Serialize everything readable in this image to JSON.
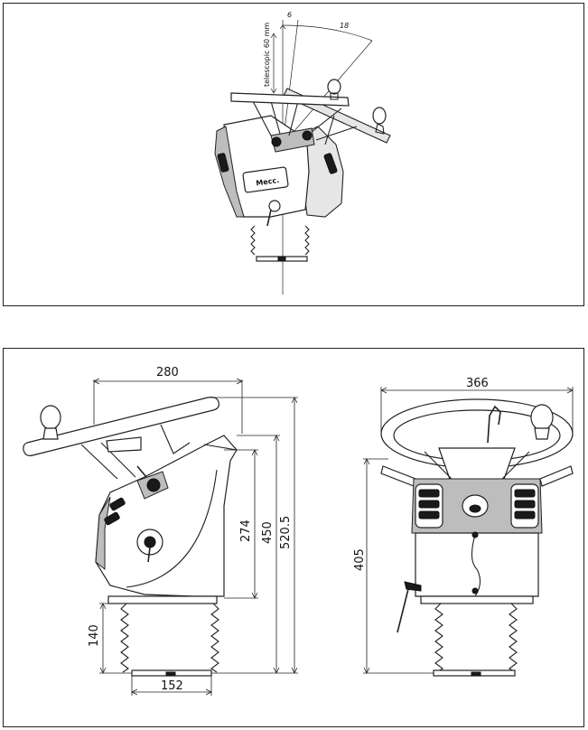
{
  "top_view": {
    "telescopic_label": "telescopic 60 mm",
    "angle_small": "6",
    "angle_large": "18"
  },
  "side_view": {
    "width_label": "280",
    "height_console_label": "274",
    "height_mid_label": "450",
    "height_total_label": "520.5",
    "base_height_label": "140",
    "base_width_label": "152"
  },
  "front_view": {
    "width_label": "366",
    "height_label": "405"
  }
}
